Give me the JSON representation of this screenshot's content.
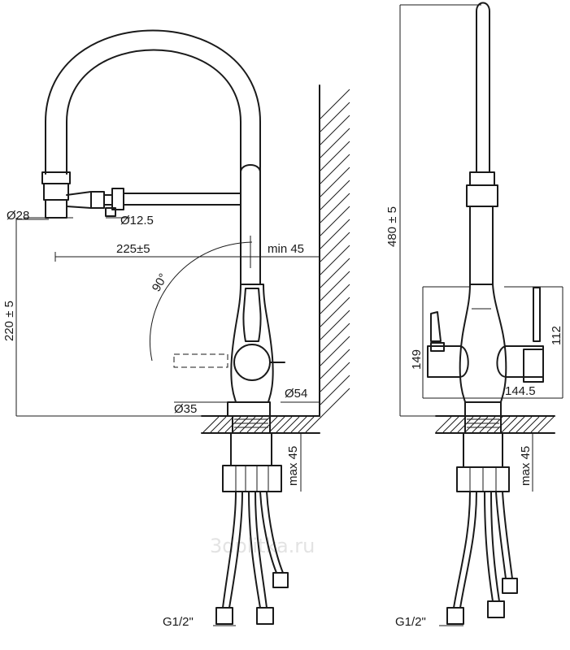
{
  "watermark": "3dplitka.ru",
  "side_view": {
    "dims": {
      "outlet_diameter": "Ø28",
      "aerator_diameter": "Ø12.5",
      "reach": "225±5",
      "wall_min": "min 45",
      "height": "220 ± 5",
      "rotation": "90°",
      "base_diameter": "Ø54",
      "hole_diameter": "Ø35",
      "max_thickness": "max 45",
      "thread": "G1/2\""
    }
  },
  "front_view": {
    "dims": {
      "total_height": "480 ± 5",
      "left_handle_height": "149",
      "right_handle_height": "112",
      "handles_span": "144.5",
      "max_thickness": "max 45",
      "thread": "G1/2\""
    }
  }
}
